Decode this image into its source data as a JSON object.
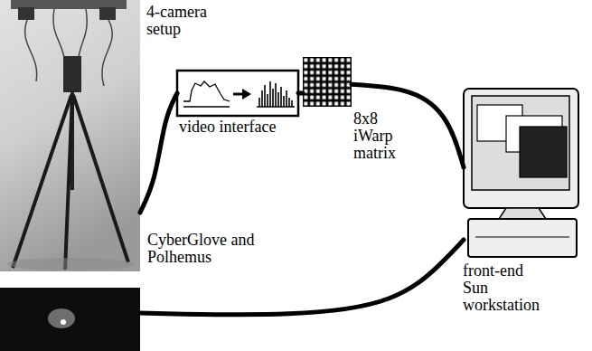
{
  "diagram": {
    "nodes": [
      {
        "text": [
          "4-camera setup"
        ]
      },
      {
        "text": [
          "video interface"
        ]
      },
      {
        "text": [
          "8x8 iWarp matrix"
        ]
      },
      {
        "text": [
          "CyberGlove and Polhemus"
        ]
      },
      {
        "text": [
          "front-end Sun workstation"
        ]
      }
    ],
    "edges": [
      {
        "from": 0,
        "to": 1,
        "arrow": "none"
      },
      {
        "from": 1,
        "to": 2,
        "arrow": "none"
      },
      {
        "from": 2,
        "to": 4,
        "arrow": "none"
      },
      {
        "from": 3,
        "to": 4,
        "arrow": "none"
      }
    ]
  }
}
